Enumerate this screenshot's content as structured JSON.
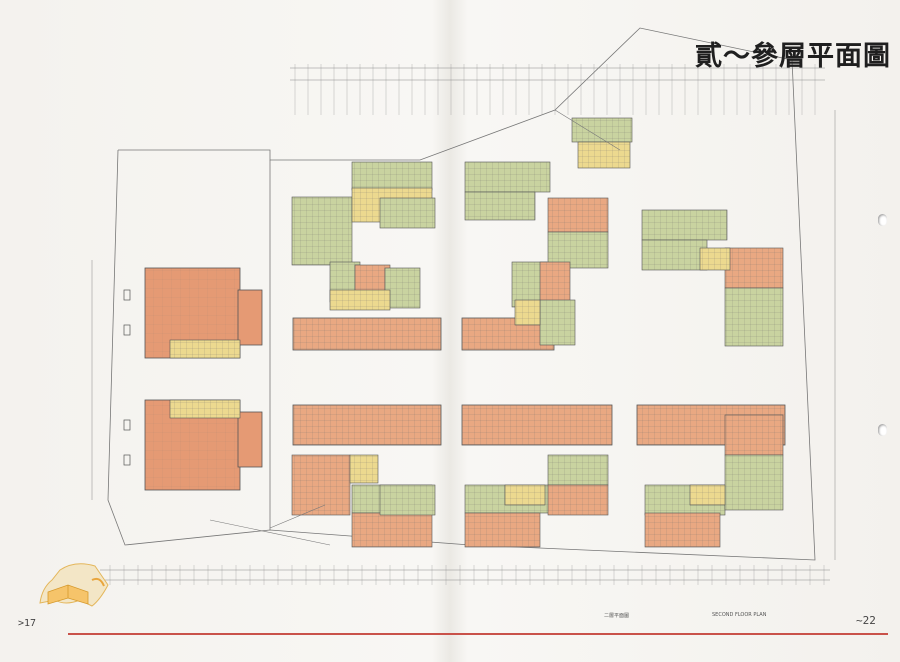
{
  "document": {
    "title": "貳～參層平面圖",
    "left_page_number": ">17",
    "right_page_number": "~22",
    "bottom_caption": "二層平面圖",
    "bottom_caption_en": "SECOND FLOOR PLAN",
    "logo": "taiwan-map-book-logo"
  },
  "colors": {
    "unit_green": "#c9d3a0",
    "unit_orange": "#e9a882",
    "unit_pink": "#e6a98f",
    "unit_yellow": "#ecd98f",
    "block_orange": "#e59a74",
    "line": "#6a6a6a",
    "accent_rule": "#c9524a"
  }
}
